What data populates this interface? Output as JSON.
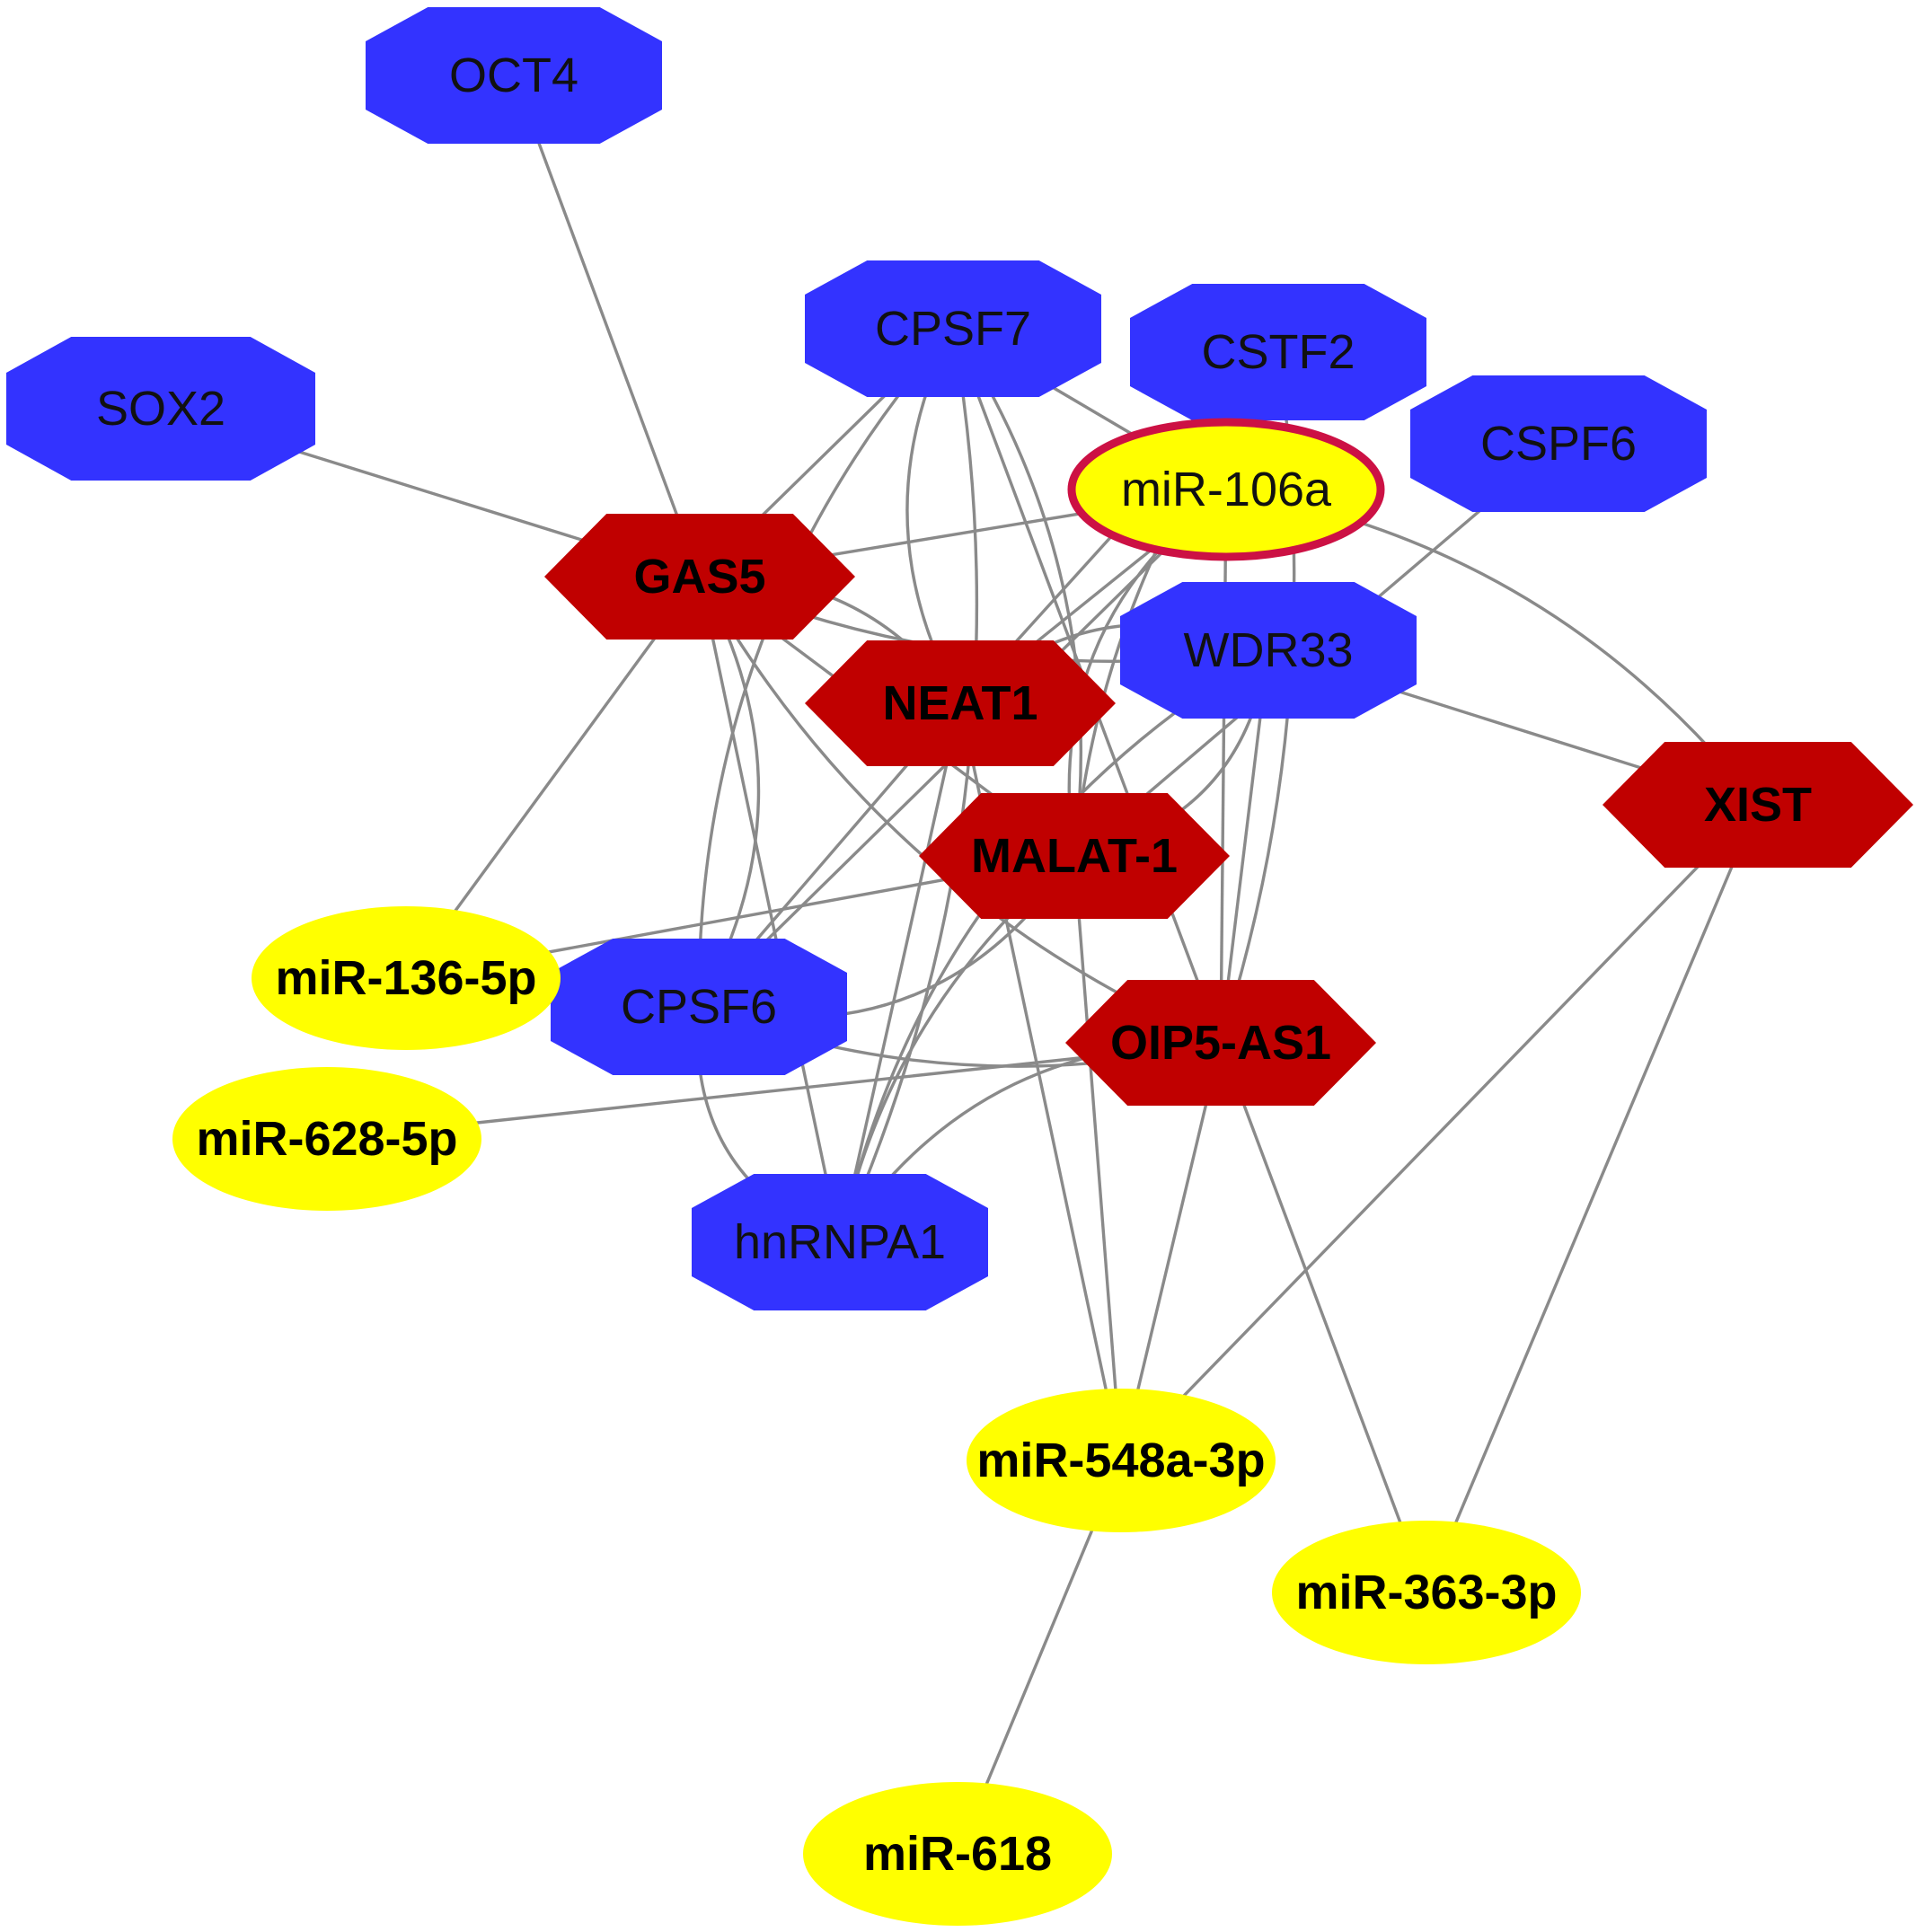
{
  "colors": {
    "lncrna": "#c00000",
    "protein": "#3333ff",
    "mirna": "#ffff00",
    "highlight_ring": "#cc1144",
    "edge": "#8a8a8a"
  },
  "nodes": [
    {
      "id": "OCT4",
      "label": "OCT4",
      "kind": "protein"
    },
    {
      "id": "SOX2",
      "label": "SOX2",
      "kind": "protein"
    },
    {
      "id": "CPSF7",
      "label": "CPSF7",
      "kind": "protein"
    },
    {
      "id": "CSTF2",
      "label": "CSTF2",
      "kind": "protein"
    },
    {
      "id": "CSPF6",
      "label": "CSPF6",
      "kind": "protein"
    },
    {
      "id": "WDR33",
      "label": "WDR33",
      "kind": "protein"
    },
    {
      "id": "CPSF6",
      "label": "CPSF6",
      "kind": "protein"
    },
    {
      "id": "hnRNPA1",
      "label": "hnRNPA1",
      "kind": "protein"
    },
    {
      "id": "GAS5",
      "label": "GAS5",
      "kind": "lncrna"
    },
    {
      "id": "NEAT1",
      "label": "NEAT1",
      "kind": "lncrna"
    },
    {
      "id": "MALAT1",
      "label": "MALAT-1",
      "kind": "lncrna"
    },
    {
      "id": "OIP5AS1",
      "label": "OIP5-AS1",
      "kind": "lncrna"
    },
    {
      "id": "XIST",
      "label": "XIST",
      "kind": "lncrna"
    },
    {
      "id": "miR106a",
      "label": "miR-106a",
      "kind": "mirna",
      "highlighted": true
    },
    {
      "id": "miR136",
      "label": "miR-136-5p",
      "kind": "mirna"
    },
    {
      "id": "miR628",
      "label": "miR-628-5p",
      "kind": "mirna"
    },
    {
      "id": "miR548",
      "label": "miR-548a-3p",
      "kind": "mirna"
    },
    {
      "id": "miR363",
      "label": "miR-363-3p",
      "kind": "mirna"
    },
    {
      "id": "miR618",
      "label": "miR-618",
      "kind": "mirna"
    }
  ],
  "edges": [
    [
      "OCT4",
      "GAS5"
    ],
    [
      "SOX2",
      "GAS5"
    ],
    [
      "GAS5",
      "CPSF7"
    ],
    [
      "GAS5",
      "miR106a"
    ],
    [
      "GAS5",
      "WDR33"
    ],
    [
      "GAS5",
      "NEAT1"
    ],
    [
      "GAS5",
      "MALAT1"
    ],
    [
      "GAS5",
      "OIP5AS1"
    ],
    [
      "GAS5",
      "CPSF6"
    ],
    [
      "GAS5",
      "hnRNPA1"
    ],
    [
      "GAS5",
      "miR136"
    ],
    [
      "CPSF7",
      "NEAT1"
    ],
    [
      "CPSF7",
      "MALAT1"
    ],
    [
      "CPSF7",
      "OIP5AS1"
    ],
    [
      "CPSF7",
      "miR106a"
    ],
    [
      "CPSF7",
      "CPSF6"
    ],
    [
      "CPSF7",
      "hnRNPA1"
    ],
    [
      "CSTF2",
      "NEAT1"
    ],
    [
      "CSTF2",
      "MALAT1"
    ],
    [
      "CSTF2",
      "OIP5AS1"
    ],
    [
      "CSPF6",
      "MALAT1"
    ],
    [
      "miR106a",
      "NEAT1"
    ],
    [
      "miR106a",
      "MALAT1"
    ],
    [
      "miR106a",
      "OIP5AS1"
    ],
    [
      "miR106a",
      "XIST"
    ],
    [
      "miR106a",
      "CPSF6"
    ],
    [
      "WDR33",
      "NEAT1"
    ],
    [
      "WDR33",
      "MALAT1"
    ],
    [
      "WDR33",
      "OIP5AS1"
    ],
    [
      "WDR33",
      "XIST"
    ],
    [
      "WDR33",
      "hnRNPA1"
    ],
    [
      "NEAT1",
      "CPSF6"
    ],
    [
      "NEAT1",
      "hnRNPA1"
    ],
    [
      "NEAT1",
      "miR548"
    ],
    [
      "MALAT1",
      "CPSF6"
    ],
    [
      "MALAT1",
      "hnRNPA1"
    ],
    [
      "MALAT1",
      "miR548"
    ],
    [
      "MALAT1",
      "miR136"
    ],
    [
      "OIP5AS1",
      "CPSF6"
    ],
    [
      "OIP5AS1",
      "hnRNPA1"
    ],
    [
      "OIP5AS1",
      "miR628"
    ],
    [
      "OIP5AS1",
      "miR548"
    ],
    [
      "OIP5AS1",
      "miR363"
    ],
    [
      "XIST",
      "miR548"
    ],
    [
      "XIST",
      "miR363"
    ],
    [
      "miR548",
      "miR618"
    ],
    [
      "CPSF6",
      "hnRNPA1"
    ]
  ]
}
